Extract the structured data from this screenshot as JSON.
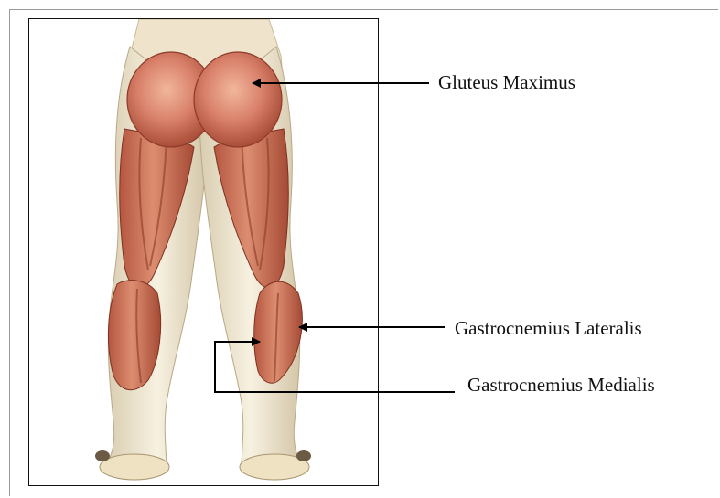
{
  "labels": {
    "gluteus_maximus": "Gluteus Maximus",
    "gastrocnemius_lateralis": "Gastrocnemius Lateralis",
    "gastrocnemius_medialis": "Gastrocnemius Medialis"
  },
  "colors": {
    "muscle": "#c8684f",
    "muscle_light": "#e3a487",
    "muscle_shadow": "#8e3a28",
    "tendon": "#efe6cf",
    "skin": "#f2e8d2",
    "arrow": "#000000"
  }
}
